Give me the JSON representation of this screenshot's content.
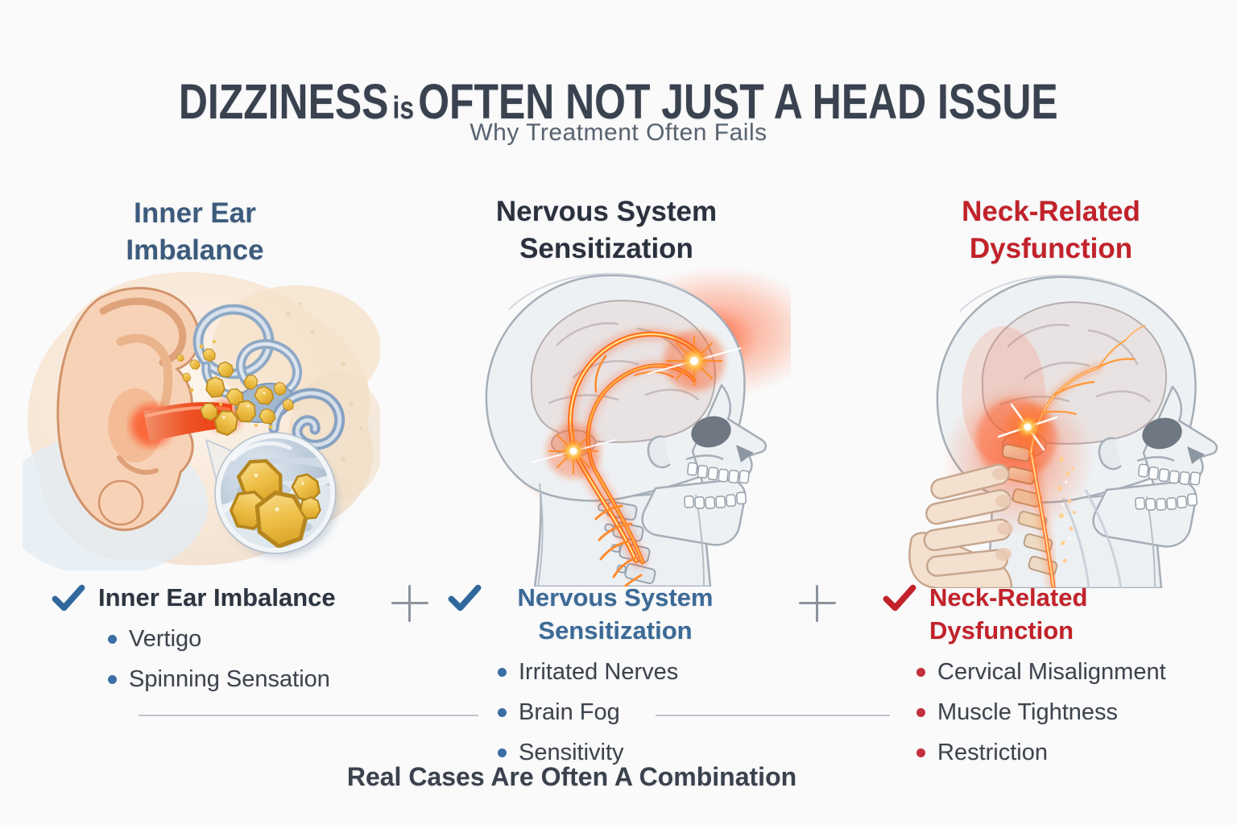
{
  "page": {
    "background": "#fafafb",
    "title": {
      "part1": "DIZZINESS",
      "part2": "is",
      "part3": "OFTEN NOT JUST A HEAD ISSUE",
      "color": "#3a424f"
    },
    "subtitle": {
      "text": "Why Treatment Often Fails",
      "color": "#596470"
    }
  },
  "columns": [
    {
      "heading": {
        "line1": "Inner Ear",
        "line2": "Imbalance",
        "color": "#3c5b7d"
      },
      "illustration": "inner-ear-anatomy-with-otoconia-crystals-and-magnifier",
      "summary": {
        "title_line1": "Inner Ear Imbalance",
        "title_line2": "",
        "title_color": "#2d3540",
        "check_color": "#30689c",
        "bullet_color": "#3a6ea5",
        "bullets": [
          "Vertigo",
          "Spinning Sensation"
        ]
      }
    },
    {
      "heading": {
        "line1": "Nervous System",
        "line2": "Sensitization",
        "color": "#2b323e"
      },
      "illustration": "skull-profile-with-sensitized-nerve-pathways-and-flares",
      "summary": {
        "title_line1": "Nervous System",
        "title_line2": "Sensitization",
        "title_color": "#3c6a96",
        "check_color": "#30689c",
        "bullet_color": "#3a6ea5",
        "bullets": [
          "Irritated Nerves",
          "Brain Fog",
          "Sensitivity"
        ]
      }
    },
    {
      "heading": {
        "line1": "Neck-Related",
        "line2": "Dysfunction",
        "color": "#c2222a"
      },
      "illustration": "skull-profile-with-inflamed-cervical-spine-and-hand-gripping-neck",
      "summary": {
        "title_line1": "Neck-Related",
        "title_line2": "Dysfunction",
        "title_color": "#c2222a",
        "check_color": "#c2222a",
        "bullet_color": "#c2303a",
        "bullets": [
          "Cervical Misalignment",
          "Muscle Tightness",
          "Restriction"
        ]
      }
    }
  ],
  "separators": {
    "plus": "+",
    "color": "#8d939b",
    "divider_color": "#bfc4cb"
  },
  "footer": {
    "text": "Real Cases Are Often A Combination",
    "color": "#3b424d"
  }
}
